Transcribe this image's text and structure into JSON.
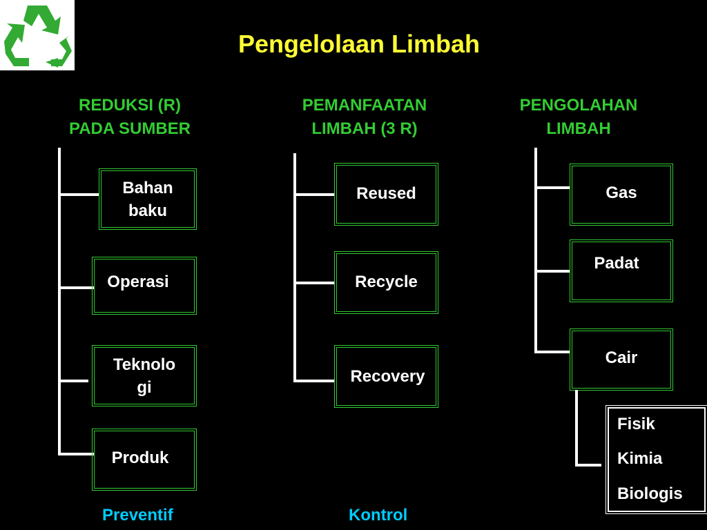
{
  "logo": {
    "icon": "recycle-icon",
    "color": "#33aa33"
  },
  "title": "Pengelolaan Limbah",
  "columns": [
    {
      "header_line1": "REDUKSI (R)",
      "header_line2": "PADA SUMBER",
      "items": [
        {
          "line1": "Bahan",
          "line2": "baku"
        },
        {
          "line1": "Operasi"
        },
        {
          "line1": "Teknolo",
          "line2": "gi"
        },
        {
          "line1": "Produk"
        }
      ],
      "footer": "Preventif"
    },
    {
      "header_line1": "PEMANFAATAN",
      "header_line2": "LIMBAH (3 R)",
      "items": [
        {
          "line1": "Reused"
        },
        {
          "line1": "Recycle"
        },
        {
          "line1": "Recovery"
        }
      ],
      "footer": "Kontrol"
    },
    {
      "header_line1": "PENGOLAHAN",
      "header_line2": "LIMBAH",
      "items": [
        {
          "line1": "Gas"
        },
        {
          "line1": "Padat"
        },
        {
          "line1": "Cair"
        }
      ],
      "sub_items": [
        "Fisik",
        "Kimia",
        "Biologis"
      ]
    }
  ],
  "colors": {
    "title": "#ffff33",
    "header": "#33cc33",
    "box_border": "#33cc33",
    "footer": "#00ccff",
    "background": "#000000"
  }
}
